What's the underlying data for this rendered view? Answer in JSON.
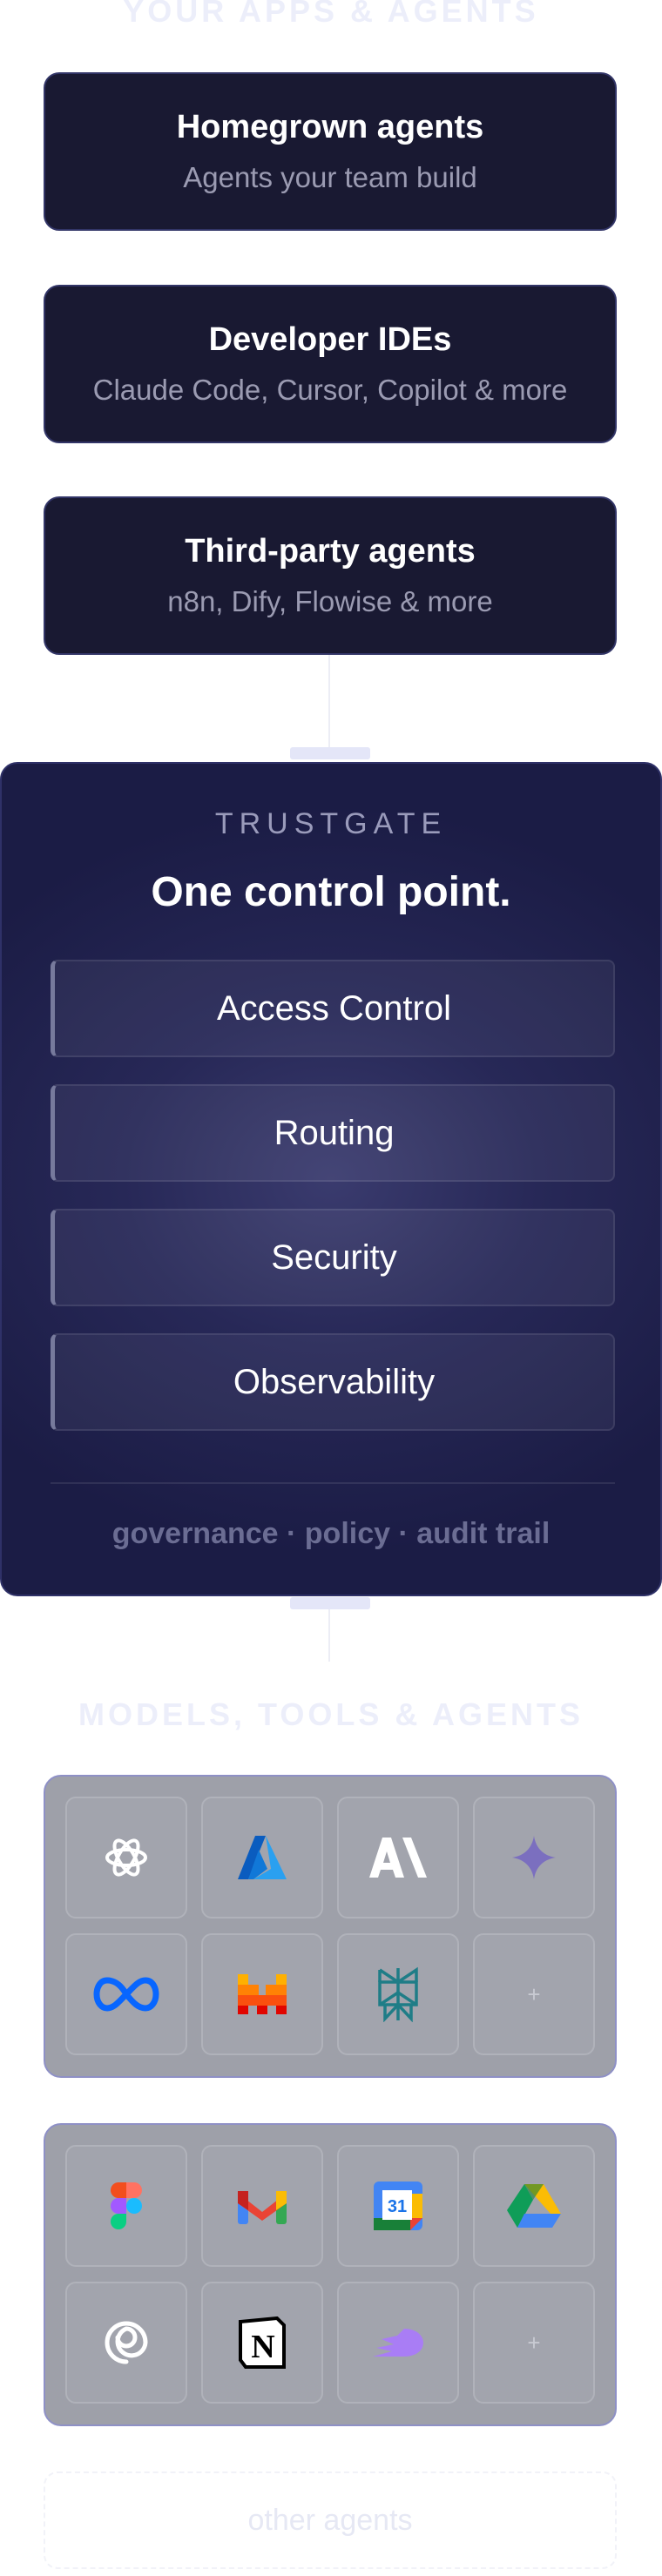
{
  "header": {
    "title": "YOUR APPS & AGENTS"
  },
  "sources": [
    {
      "title": "Homegrown agents",
      "subtitle": "Agents your team build"
    },
    {
      "title": "Developer IDEs",
      "subtitle": "Claude Code, Cursor, Copilot & more"
    },
    {
      "title": "Third-party agents",
      "subtitle": "n8n, Dify, Flowise & more"
    }
  ],
  "gateway": {
    "label": "TRUSTGATE",
    "title": "One control point.",
    "features": [
      "Access Control",
      "Routing",
      "Security",
      "Observability"
    ],
    "footer": "governance · policy · audit trail"
  },
  "destinations": {
    "title": "MODELS, TOOLS & AGENTS"
  },
  "models_icons": [
    "openai-icon",
    "azure-icon",
    "anthropic-icon",
    "gemini-icon",
    "meta-icon",
    "mistral-icon",
    "perplexity-icon",
    "more-plus-icon"
  ],
  "tools_icons": [
    "figma-icon",
    "gmail-icon",
    "google-calendar-icon",
    "google-drive-icon",
    "swirl-icon",
    "notion-icon",
    "comet-icon",
    "more-plus-icon"
  ],
  "calendar_day": "31",
  "notion_letter": "N",
  "plus_symbol": "+",
  "other": {
    "label": "other agents"
  },
  "colors": {
    "card_bg": "#191932",
    "gateway_bg": "#272857",
    "panel_bg": "#9ea0a9"
  }
}
